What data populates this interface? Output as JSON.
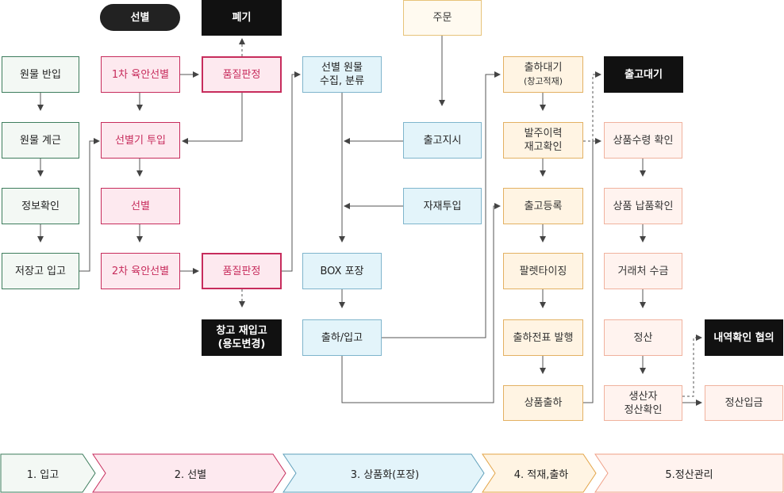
{
  "nodes": {
    "won_banip": "원물 반입",
    "won_gyegeun": "원물 계근",
    "jeongbo": "정보확인",
    "jeojang": "저장고 입고",
    "seonbyeol_pill": "선별",
    "yuksan1": "1차 육안선별",
    "tuip": "선별기 투입",
    "seonbyeol": "선별",
    "yuksan2": "2차 육안선별",
    "pyegi": "폐기",
    "pumjil1": "품질판정",
    "pumjil2": "품질판정",
    "reentry_line1": "창고 재입고",
    "reentry_line2": "(용도변경)",
    "sujip_line1": "선별 원물",
    "sujip_line2": "수집, 분류",
    "box": "BOX 포장",
    "chulha_ipgo": "출하/입고",
    "jumun": "주문",
    "chulgo_jisi": "출고지시",
    "jajae": "자재투입",
    "daegi_line1": "출하대기",
    "daegi_line2": "(창고적재)",
    "baljoo_line1": "발주이력",
    "baljoo_line2": "재고확인",
    "chulgo_deungrok": "출고등록",
    "pallet": "팔렛타이징",
    "jeonpyo": "출하전표 발행",
    "sangpum_chulha": "상품출하",
    "chulgo_daegi": "출고대기",
    "suryeong": "상품수령 확인",
    "napum": "상품 납품확인",
    "sugeum": "거래처 수금",
    "jeongsan": "정산",
    "saengsan_line1": "생산자",
    "saengsan_line2": "정산확인",
    "naeyeok": "내역확인 협의",
    "jeongsan_ipgeum": "정산입금"
  },
  "phases": [
    {
      "label": "1. 입고",
      "fill": "#f3f8f4",
      "stroke": "#3e7d5d"
    },
    {
      "label": "2. 선별",
      "fill": "#fde9ef",
      "stroke": "#c72c5c"
    },
    {
      "label": "3. 상품화(포장)",
      "fill": "#e3f4fa",
      "stroke": "#5f9fba"
    },
    {
      "label": "4. 적재,출하",
      "fill": "#fff4e3",
      "stroke": "#e3a447"
    },
    {
      "label": "5.정산관리",
      "fill": "#fff3ef",
      "stroke": "#ef9f86"
    }
  ]
}
